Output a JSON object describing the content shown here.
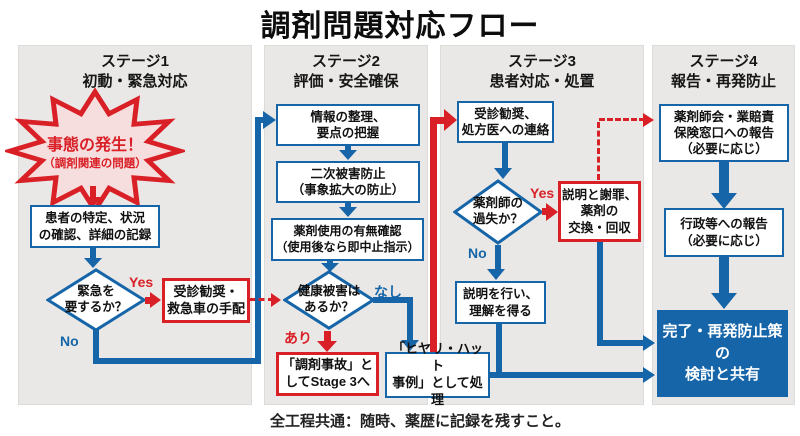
{
  "title": "調剤問題対応フロー",
  "footer_note": "全工程共通：随時、薬歴に記録を残すこと。",
  "colors": {
    "blue": "#1565a8",
    "red": "#d92027",
    "panel_gray": "#e9e8e6",
    "starburst_fill": "#f7dede"
  },
  "stage1": {
    "header": "ステージ1\n初動・緊急対応",
    "incident": "事態の発生！",
    "incident_sub": "（調剤関連の問題）",
    "identify_box": "患者の特定、状況\nの確認、詳細の記録",
    "urgent_diamond": "緊急を\n要するか？",
    "yes_label": "Yes",
    "no_label": "No",
    "consult_box": "受診勧奨・\n救急車の手配"
  },
  "stage2": {
    "header": "ステージ2\n評価・安全確保",
    "organize_box": "情報の整理、\n要点の把握",
    "secondary_box": "二次被害防止\n（事象拡大の防止）",
    "usage_box": "薬剤使用の有無確認\n（使用後なら即中止指示）",
    "harm_diamond": "健康被害は\nあるか？",
    "yes_label": "あり",
    "no_label": "なし",
    "accident_box": "「調剤事故」と\nしてStage 3へ",
    "nearmiss_box": "「ヒヤリ・ハット\n事例」として処理"
  },
  "stage3": {
    "header": "ステージ3\n患者対応・処置",
    "contact_box": "受診勧奨、\n処方医への連絡",
    "fault_diamond": "薬剤師の\n過失か？",
    "yes_label": "Yes",
    "no_label": "No",
    "apology_box": "説明と謝罪、\n薬剤の\n交換・回収",
    "explain_box": "説明を行い、\n理解を得る"
  },
  "stage4": {
    "header": "ステージ4\n報告・再発防止",
    "association_box": "薬剤師会・業賠責\n保険窓口への報告\n（必要に応じ）",
    "government_box": "行政等への報告\n（必要に応じ）",
    "complete_box": "完了・再発防止策の\n検討と共有"
  }
}
